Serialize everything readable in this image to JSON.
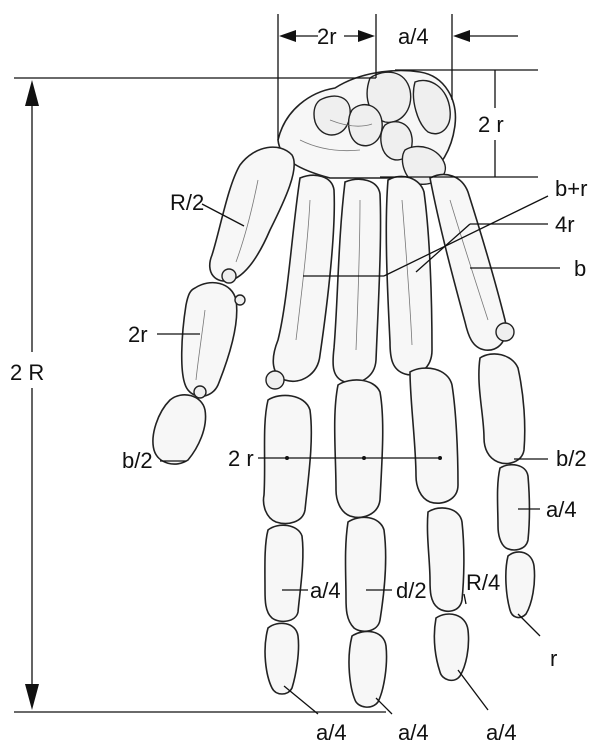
{
  "figure": {
    "labels": {
      "top_2r": "2r",
      "top_a4": "a/4",
      "right_2r": "2 r",
      "left_2R": "2 R",
      "R2": "R/2",
      "b_plus_r": "b+r",
      "four_r": "4r",
      "b": "b",
      "thumb_2r": "2r",
      "thumb_b2": "b/2",
      "mid_2r": "2 r",
      "right_b2": "b/2",
      "right_a4": "a/4",
      "R4": "R/4",
      "index_a4": "a/4",
      "middle_d2": "d/2",
      "r": "r",
      "bottom_a4_1": "a/4",
      "bottom_a4_2": "a/4",
      "bottom_a4_3": "a/4"
    }
  }
}
